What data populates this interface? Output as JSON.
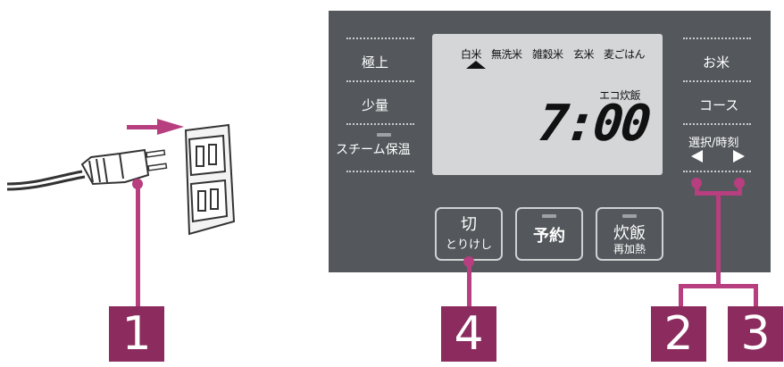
{
  "panel": {
    "left_buttons": [
      "極上",
      "少量",
      "スチーム保温"
    ],
    "right_buttons": [
      "お米",
      "コース",
      "選択/時刻"
    ],
    "lcd": {
      "rice_modes": [
        "白米",
        "無洗米",
        "雑穀米",
        "玄米",
        "麦ごはん"
      ],
      "eco_label": "エコ炊飯",
      "time": "7:00"
    },
    "buttons": [
      {
        "main": "切",
        "sub": "とりけし"
      },
      {
        "main": "予約",
        "sub": ""
      },
      {
        "main": "炊飯",
        "sub": "再加熱"
      }
    ]
  },
  "callouts": [
    "1",
    "4",
    "2",
    "3"
  ],
  "colors": {
    "panel": "#54585c",
    "callout": "#8b2b5e",
    "line": "#b73e7f",
    "lcd": "#d4d6d7"
  }
}
